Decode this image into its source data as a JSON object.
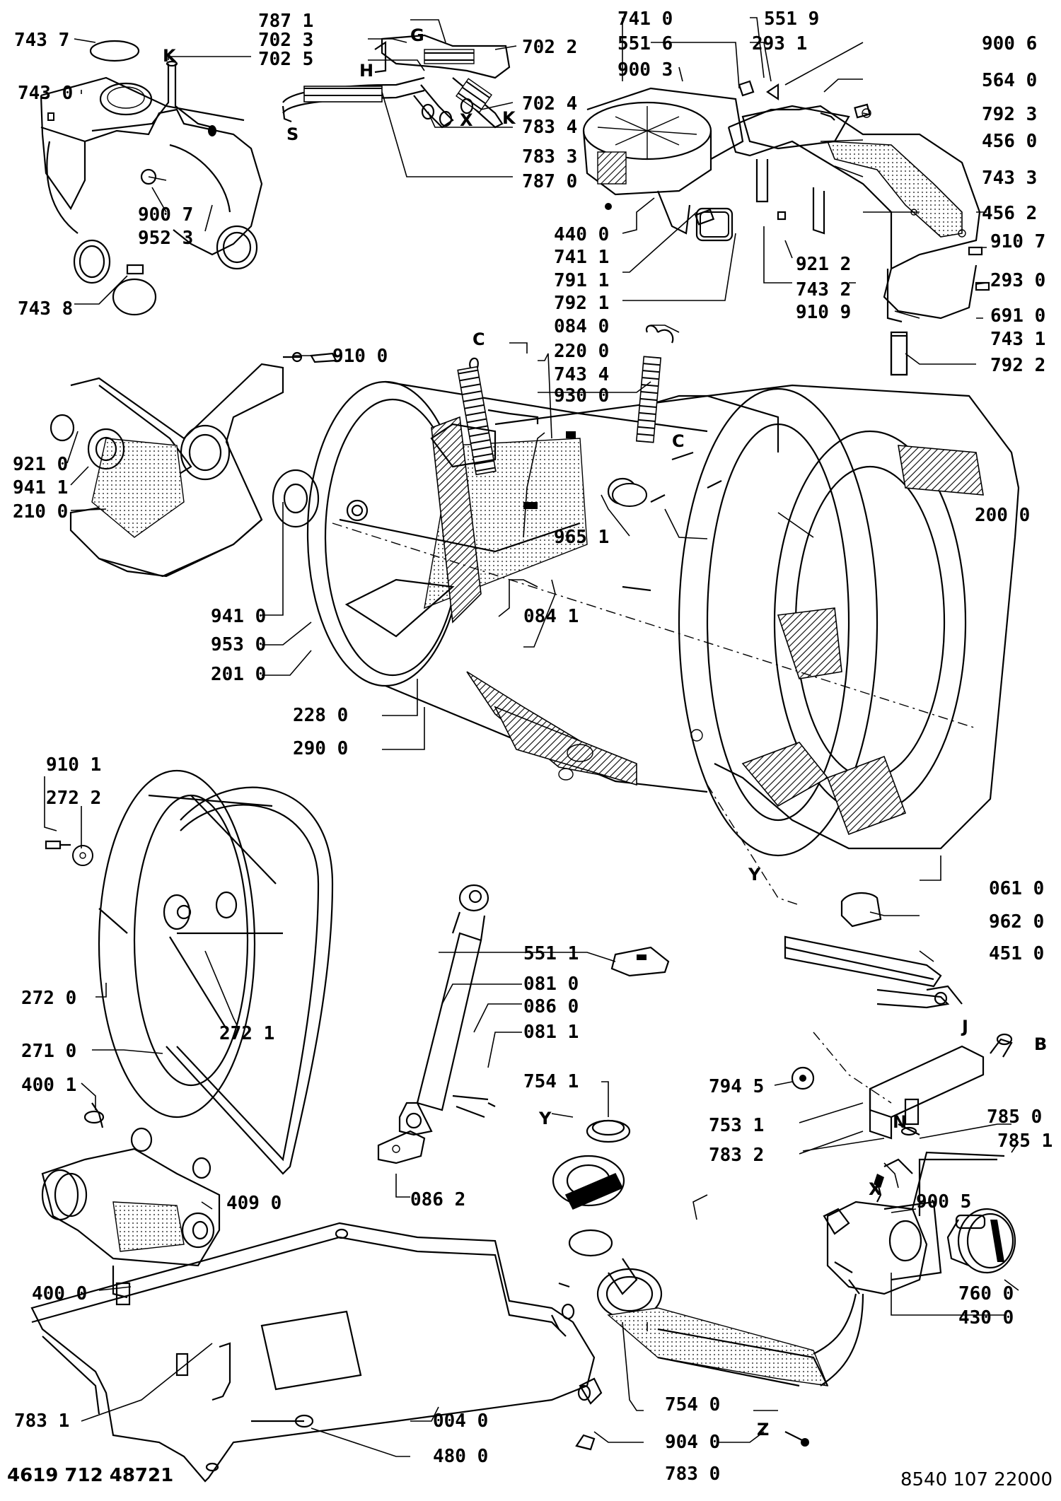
{
  "document": {
    "drawing_number_left": "4619 712 48721",
    "drawing_number_right": "8540 107 22000"
  },
  "callouts": [
    "743 7",
    "743 0",
    "900 7",
    "952 3",
    "743 8",
    "787 1",
    "702 3",
    "702 5",
    "702 2",
    "702 4",
    "783 4",
    "783 3",
    "787 0",
    "741 0",
    "551 6",
    "900 3",
    "551 9",
    "293 1",
    "900 6",
    "564 0",
    "792 3",
    "456 0",
    "743 3",
    "456 2",
    "910 7",
    "293 0",
    "691 0",
    "743 1",
    "792 2",
    "440 0",
    "741 1",
    "791 1",
    "792 1",
    "921 2",
    "743 2",
    "910 9",
    "084 0",
    "220 0",
    "743 4",
    "930 0",
    "910 0",
    "921 0",
    "941 1",
    "210 0",
    "965 1",
    "200 0",
    "084 1",
    "941 0",
    "953 0",
    "201 0",
    "228 0",
    "290 0",
    "910 1",
    "272 2",
    "061 0",
    "962 0",
    "451 0",
    "551 1",
    "081 0",
    "086 0",
    "081 1",
    "272 0",
    "272 1",
    "271 0",
    "400 1",
    "754 1",
    "794 5",
    "753 1",
    "785 0",
    "783 2",
    "785 1",
    "409 0",
    "086 2",
    "900 5",
    "400 0",
    "760 0",
    "430 0",
    "754 0",
    "904 0",
    "783 0",
    "783 1",
    "004 0",
    "480 0"
  ],
  "letters": [
    "K",
    "G",
    "H",
    "S",
    "X",
    "K",
    "C",
    "C",
    "Y",
    "J",
    "B",
    "N",
    "Y",
    "X",
    "Z"
  ]
}
